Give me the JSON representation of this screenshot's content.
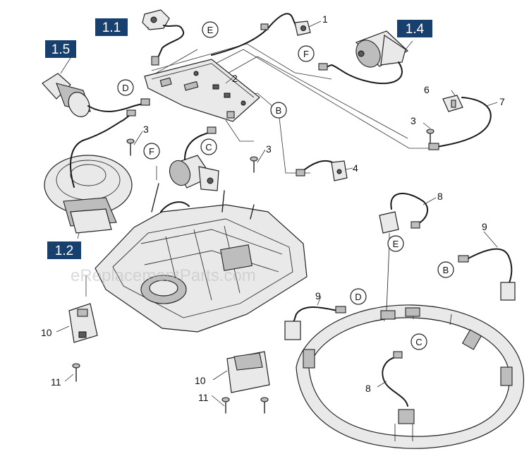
{
  "callout_boxes": [
    "1.1",
    "1.4",
    "1.5",
    "1.2"
  ],
  "part_numbers": [
    "1",
    "2",
    "3",
    "3",
    "3",
    "4",
    "6",
    "7",
    "8",
    "9",
    "9",
    "10",
    "10",
    "11",
    "11",
    "8"
  ],
  "connectors": [
    "E",
    "F",
    "D",
    "B",
    "C",
    "F",
    "E",
    "B",
    "D",
    "C"
  ],
  "watermark": "eReplacementParts.com"
}
